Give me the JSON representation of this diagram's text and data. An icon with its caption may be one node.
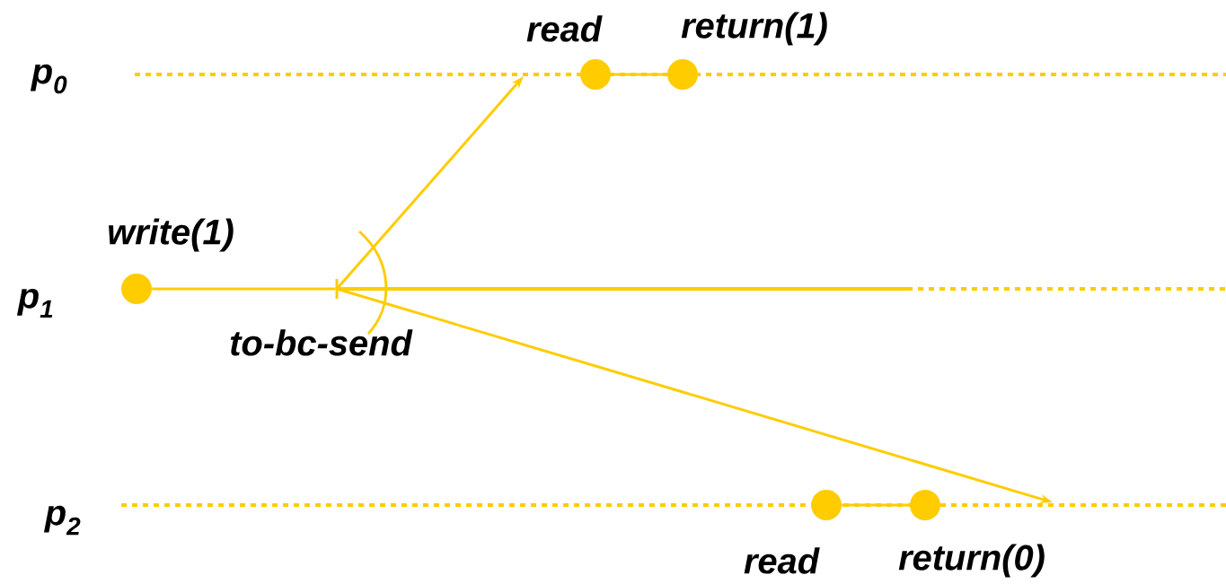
{
  "diagram": {
    "nodes": [
      {
        "text": [],
        "shape": "circle",
        "beside": [
          "read"
        ]
      },
      {
        "text": [],
        "shape": "circle",
        "beside": [
          "return(1)"
        ]
      },
      {
        "text": [],
        "shape": "circle",
        "beside": [
          "write(1)"
        ]
      },
      {
        "text": [],
        "shape": "bar",
        "beside": [
          "to-bc-send"
        ]
      },
      {
        "text": [],
        "shape": "circle",
        "beside": [
          "read"
        ]
      },
      {
        "text": [],
        "shape": "circle",
        "beside": [
          "return(0)"
        ]
      }
    ],
    "edges": [
      {
        "from": 0,
        "to": 1,
        "arrow": "none"
      },
      {
        "from": 2,
        "to": 3,
        "arrow": "none"
      },
      {
        "from": 3,
        "to": null,
        "arrow": "to"
      },
      {
        "from": 3,
        "to": null,
        "arrow": "to"
      },
      {
        "from": 4,
        "to": 5,
        "arrow": "none"
      }
    ],
    "labels": [
      "p$_{0}$",
      "p$_{1}$",
      "p$_{2}$"
    ]
  }
}
